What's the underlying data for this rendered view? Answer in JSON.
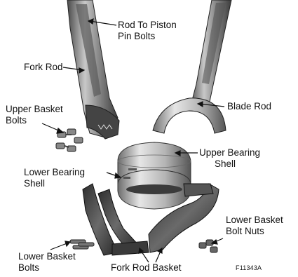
{
  "labels": {
    "rod_to_piston": [
      "Rod To Piston",
      "Pin Bolts"
    ],
    "fork_rod": "Fork Rod",
    "blade_rod": "Blade Rod",
    "upper_basket_bolts": [
      "Upper Basket",
      "Bolts"
    ],
    "upper_bearing_shell": [
      "Upper Bearing",
      "Shell"
    ],
    "lower_bearing_shell": [
      "Lower Bearing",
      "Shell"
    ],
    "lower_basket_bolt_nuts": [
      "Lower Basket",
      "Bolt Nuts"
    ],
    "lower_basket_bolts": [
      "Lower Basket",
      "Bolts"
    ],
    "fork_rod_basket": "Fork Rod Basket",
    "figure_id": "F11343A"
  },
  "colors": {
    "background": "#ffffff",
    "text": "#111111",
    "metal_dark": "#3a3a3a",
    "metal_mid": "#8a8a8a",
    "metal_light": "#d6d6d6"
  }
}
